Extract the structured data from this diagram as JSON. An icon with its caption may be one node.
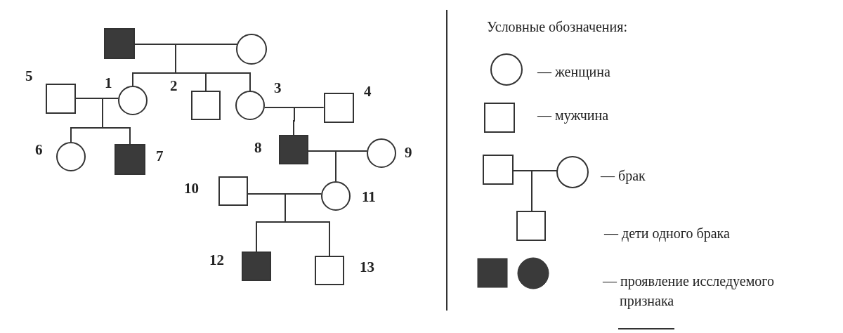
{
  "diagram": {
    "nodes": [
      {
        "text": [],
        "shape": "box"
      },
      {
        "text": [],
        "shape": "circle"
      },
      {
        "text": [],
        "shape": "box",
        "beside": [
          "5"
        ]
      },
      {
        "text": [],
        "shape": "circle",
        "beside": [
          "1"
        ]
      },
      {
        "text": [],
        "shape": "box",
        "beside": [
          "2"
        ]
      },
      {
        "text": [],
        "shape": "circle",
        "beside": [
          "3"
        ]
      },
      {
        "text": [],
        "shape": "box",
        "beside": [
          "4"
        ]
      },
      {
        "text": [],
        "shape": "circle",
        "beside": [
          "6"
        ]
      },
      {
        "text": [],
        "shape": "box",
        "beside": [
          "7"
        ]
      },
      {
        "text": [],
        "shape": "box",
        "beside": [
          "8"
        ]
      },
      {
        "text": [],
        "shape": "circle",
        "beside": [
          "9"
        ]
      },
      {
        "text": [],
        "shape": "box",
        "beside": [
          "10"
        ]
      },
      {
        "text": [],
        "shape": "circle",
        "beside": [
          "11"
        ]
      },
      {
        "text": [],
        "shape": "box",
        "beside": [
          "12"
        ]
      },
      {
        "text": [],
        "shape": "box",
        "beside": [
          "13"
        ]
      }
    ],
    "edges": [
      {
        "from": 0,
        "to": 1,
        "arrow": "none"
      },
      {
        "from": 0,
        "to": 3,
        "arrow": "none"
      },
      {
        "from": 0,
        "to": 4,
        "arrow": "none"
      },
      {
        "from": 0,
        "to": 5,
        "arrow": "none"
      },
      {
        "from": 1,
        "to": 3,
        "arrow": "none"
      },
      {
        "from": 1,
        "to": 4,
        "arrow": "none"
      },
      {
        "from": 1,
        "to": 5,
        "arrow": "none"
      },
      {
        "from": 2,
        "to": 3,
        "arrow": "none"
      },
      {
        "from": 2,
        "to": 7,
        "arrow": "none"
      },
      {
        "from": 2,
        "to": 8,
        "arrow": "none"
      },
      {
        "from": 3,
        "to": 7,
        "arrow": "none"
      },
      {
        "from": 3,
        "to": 8,
        "arrow": "none"
      },
      {
        "from": 5,
        "to": 6,
        "arrow": "none"
      },
      {
        "from": 5,
        "to": 9,
        "arrow": "none"
      },
      {
        "from": 6,
        "to": 9,
        "arrow": "none"
      },
      {
        "from": 9,
        "to": 10,
        "arrow": "none"
      },
      {
        "from": 9,
        "to": 12,
        "arrow": "none"
      },
      {
        "from": 10,
        "to": 12,
        "arrow": "none"
      },
      {
        "from": 11,
        "to": 12,
        "arrow": "none"
      },
      {
        "from": 11,
        "to": 13,
        "arrow": "none"
      },
      {
        "from": 11,
        "to": 14,
        "arrow": "none"
      },
      {
        "from": 12,
        "to": 13,
        "arrow": "none"
      },
      {
        "from": 12,
        "to": 14,
        "arrow": "none"
      }
    ],
    "labels": [
      "Условные обозначения:"
    ],
    "legend": [
      {
        "text": "— женщина"
      },
      {
        "text": "— мужчина"
      },
      {
        "text": "— брак"
      },
      {
        "text": "— дети одного брака"
      },
      {
        "text": "— проявление исследуемого признака"
      }
    ]
  }
}
